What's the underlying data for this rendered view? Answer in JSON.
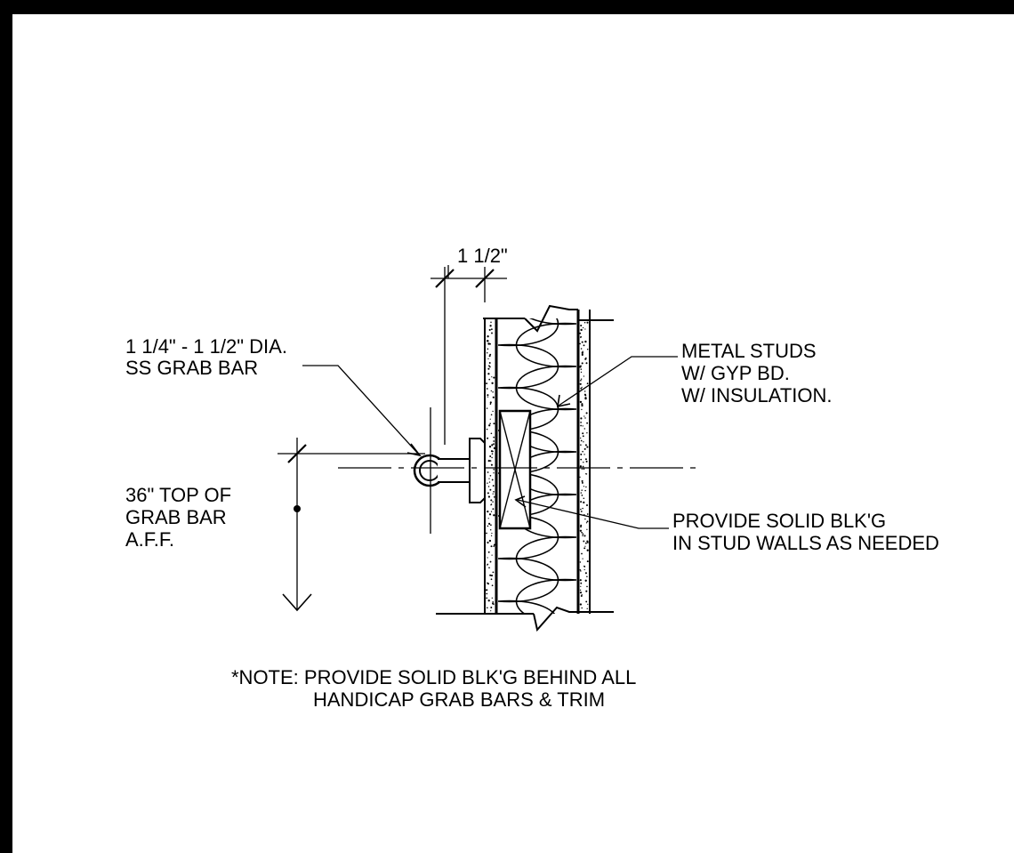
{
  "diagram": {
    "colors": {
      "frame": "#000000",
      "sheet": "#ffffff",
      "ink": "#000000"
    },
    "dimension": "1 1/2\"",
    "labels": {
      "grab_bar": [
        "1 1/4\" - 1 1/2\" DIA.",
        "SS GRAB BAR"
      ],
      "height": [
        "36\" TOP OF",
        "GRAB BAR",
        "A.F.F."
      ],
      "wall": [
        "METAL STUDS",
        "W/ GYP BD.",
        "W/ INSULATION."
      ],
      "blocking": [
        "PROVIDE SOLID BLK'G",
        "IN STUD WALLS AS NEEDED"
      ]
    },
    "note": [
      "*NOTE: PROVIDE SOLID BLK'G BEHIND ALL",
      "HANDICAP GRAB BARS & TRIM"
    ]
  }
}
